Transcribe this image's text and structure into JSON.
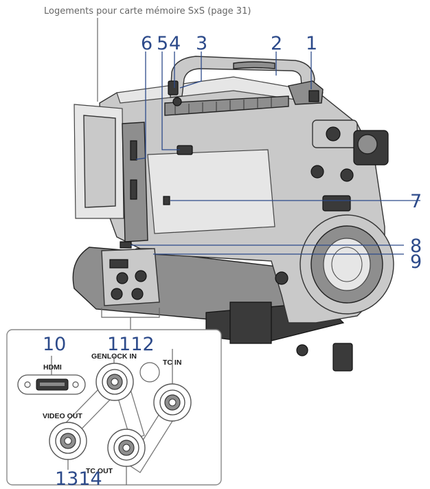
{
  "caption": "Logements pour carte mémoire SxS (page 31)",
  "callouts": {
    "n1": "1",
    "n2": "2",
    "n3": "3",
    "n4": "4",
    "n5": "5",
    "n6": "6",
    "n7": "7",
    "n8": "8",
    "n9": "9",
    "n10": "10",
    "n11_12": "1112",
    "n13_14": "1314"
  },
  "panel": {
    "hdmi": "HDMI",
    "genlock_in": "GENLOCK IN",
    "tc_in": "TC IN",
    "video_out": "VIDEO OUT",
    "tc_out": "TC OUT"
  },
  "colors": {
    "callout": "#2c4a8a",
    "body_gray": "#c9c9c9",
    "dark_gray": "#8e8e8e",
    "black": "#3a3a3a"
  }
}
